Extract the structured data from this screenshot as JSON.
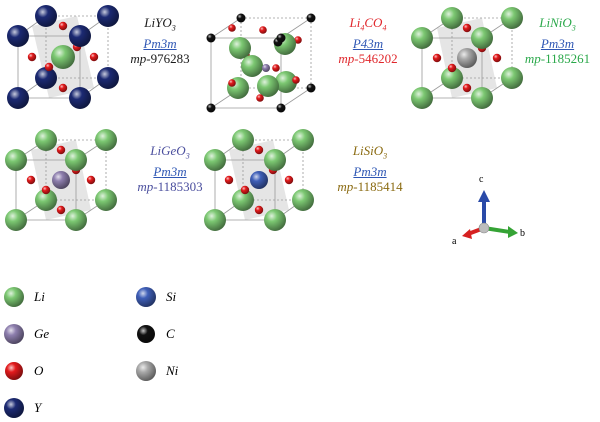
{
  "colors": {
    "Li": "#7cc872",
    "Ge": "#8e7fae",
    "O": "#e31a1c",
    "Y": "#1c2a73",
    "Si": "#3f5fb8",
    "C": "#111111",
    "Ni": "#a9a9a9",
    "axis_a": "#d62020",
    "axis_b": "#35a335",
    "axis_c": "#2a4aa8",
    "label_black": "#1a1a1a",
    "label_red": "#e0262b",
    "label_green": "#2aa84a",
    "label_purple": "#4b4f9e",
    "label_olive": "#8a6a10",
    "link_blue": "#2f57b4"
  },
  "structures": [
    {
      "formula": "LiYO",
      "sub": "3",
      "prefix": "",
      "prefix_sub": "",
      "spacegroup": "Pm3m",
      "mp_prefix": "mp-",
      "mp_id": "976283",
      "color_key": "label_black",
      "sg_color_key": "link_blue"
    },
    {
      "formula": "CO",
      "sub": "4",
      "prefix": "Li",
      "prefix_sub": "4",
      "spacegroup": "P43m",
      "mp_prefix": "mp-",
      "mp_id": "546202",
      "color_key": "label_red",
      "sg_color_key": "link_blue"
    },
    {
      "formula": "LiNiO",
      "sub": "3",
      "prefix": "",
      "prefix_sub": "",
      "spacegroup": "Pm3m",
      "mp_prefix": "mp-",
      "mp_id": "1185261",
      "color_key": "label_green",
      "sg_color_key": "link_blue"
    },
    {
      "formula": "LiGeO",
      "sub": "3",
      "prefix": "",
      "prefix_sub": "",
      "spacegroup": "Pm3m",
      "mp_prefix": "mp-",
      "mp_id": "1185303",
      "color_key": "label_purple",
      "sg_color_key": "link_blue"
    },
    {
      "formula": "LiSiO",
      "sub": "3",
      "prefix": "",
      "prefix_sub": "",
      "spacegroup": "Pm3m",
      "mp_prefix": "mp-",
      "mp_id": "1185414",
      "color_key": "label_olive",
      "sg_color_key": "link_blue"
    }
  ],
  "axes": {
    "a": "a",
    "b": "b",
    "c": "c"
  },
  "legend": [
    {
      "element": "Li",
      "label": "Li"
    },
    {
      "element": "Ge",
      "label": "Ge"
    },
    {
      "element": "O",
      "label": "O"
    },
    {
      "element": "Y",
      "label": "Y"
    },
    {
      "element": "Si",
      "label": "Si"
    },
    {
      "element": "C",
      "label": "C"
    },
    {
      "element": "Ni",
      "label": "Ni"
    }
  ]
}
